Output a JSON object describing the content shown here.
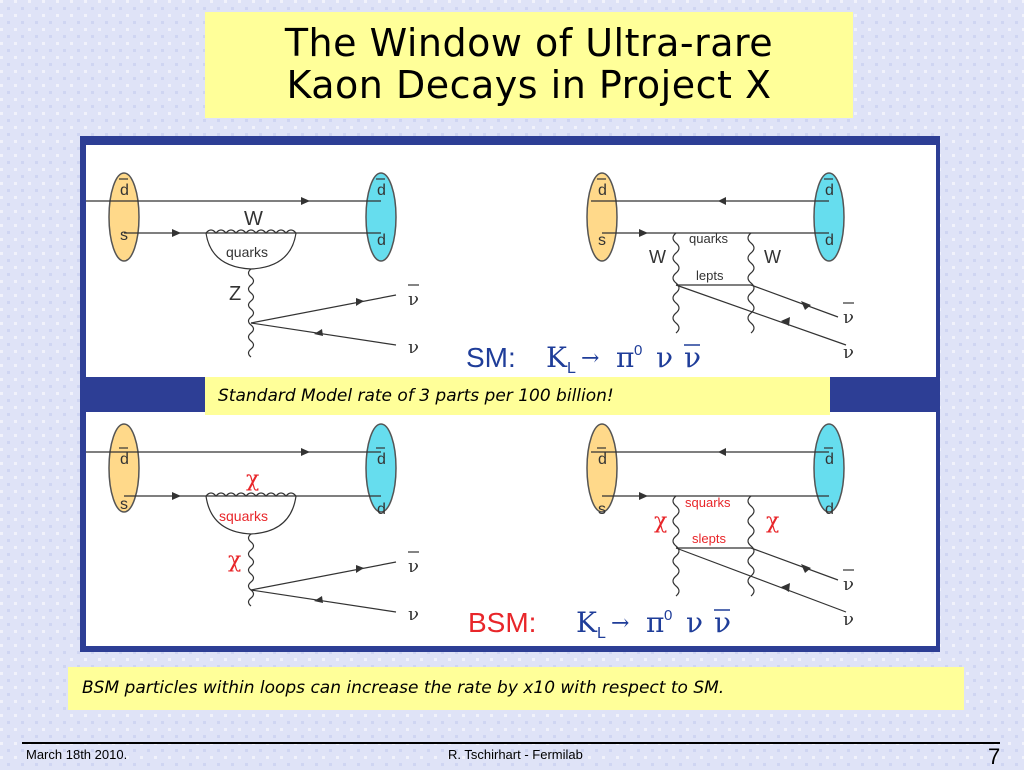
{
  "title": {
    "line1": "The Window of Ultra-rare",
    "line2": "Kaon Decays in Project X"
  },
  "sm_panel": {
    "diagram1": {
      "quark_left_top": "d",
      "quark_left_bottom": "s",
      "quark_right_top": "d",
      "quark_right_bottom": "d",
      "boson_label": "W",
      "loop_label": "quarks",
      "exchange_label": "Z",
      "nu_bar": "ν",
      "nu": "ν"
    },
    "diagram2": {
      "quark_left_top": "d",
      "quark_left_bottom": "s",
      "quark_right_top": "d",
      "quark_right_bottom": "d",
      "loop_top_label": "quarks",
      "loop_bottom_label": "lepts",
      "boson_left": "W",
      "boson_right": "W",
      "nu_bar": "ν",
      "nu": "ν"
    },
    "process": {
      "prefix": "SM:",
      "kaon": "K",
      "kaon_sub": "L",
      "arrow": "→",
      "pion": "π",
      "pion_sup": "0",
      "nu": "ν",
      "nu_bar": "ν"
    }
  },
  "note": "Standard Model rate of 3 parts per 100 billion!",
  "bsm_panel": {
    "diagram1": {
      "quark_left_top": "d",
      "quark_left_bottom": "s",
      "quark_right_top": "d",
      "quark_right_bottom": "d",
      "boson_label": "χ",
      "loop_label": "squarks",
      "exchange_label": "χ",
      "nu_bar": "ν",
      "nu": "ν"
    },
    "diagram2": {
      "quark_left_top": "d",
      "quark_left_bottom": "s",
      "quark_right_top": "d",
      "quark_right_bottom": "d",
      "loop_top_label": "squarks",
      "loop_bottom_label": "slepts",
      "boson_left": "χ",
      "boson_right": "χ",
      "nu_bar": "ν",
      "nu": "ν"
    },
    "process": {
      "prefix": "BSM:",
      "kaon": "K",
      "kaon_sub": "L",
      "arrow": "→",
      "pion": "π",
      "pion_sup": "0",
      "nu": "ν",
      "nu_bar": "ν"
    }
  },
  "bottom_note": "BSM particles within loops can increase the rate by x10 with respect to SM.",
  "footer": {
    "date": "March 18th  2010.",
    "author": "R. Tschirhart - Fermilab",
    "page": "7"
  },
  "colors": {
    "background": "#dfe3f7",
    "highlight": "#ffff99",
    "frame": "#2d3e95",
    "left_blob": "#ffd98a",
    "right_blob": "#66ddee",
    "bsm_red": "#e8262a",
    "sm_blue": "#1f3d99"
  }
}
